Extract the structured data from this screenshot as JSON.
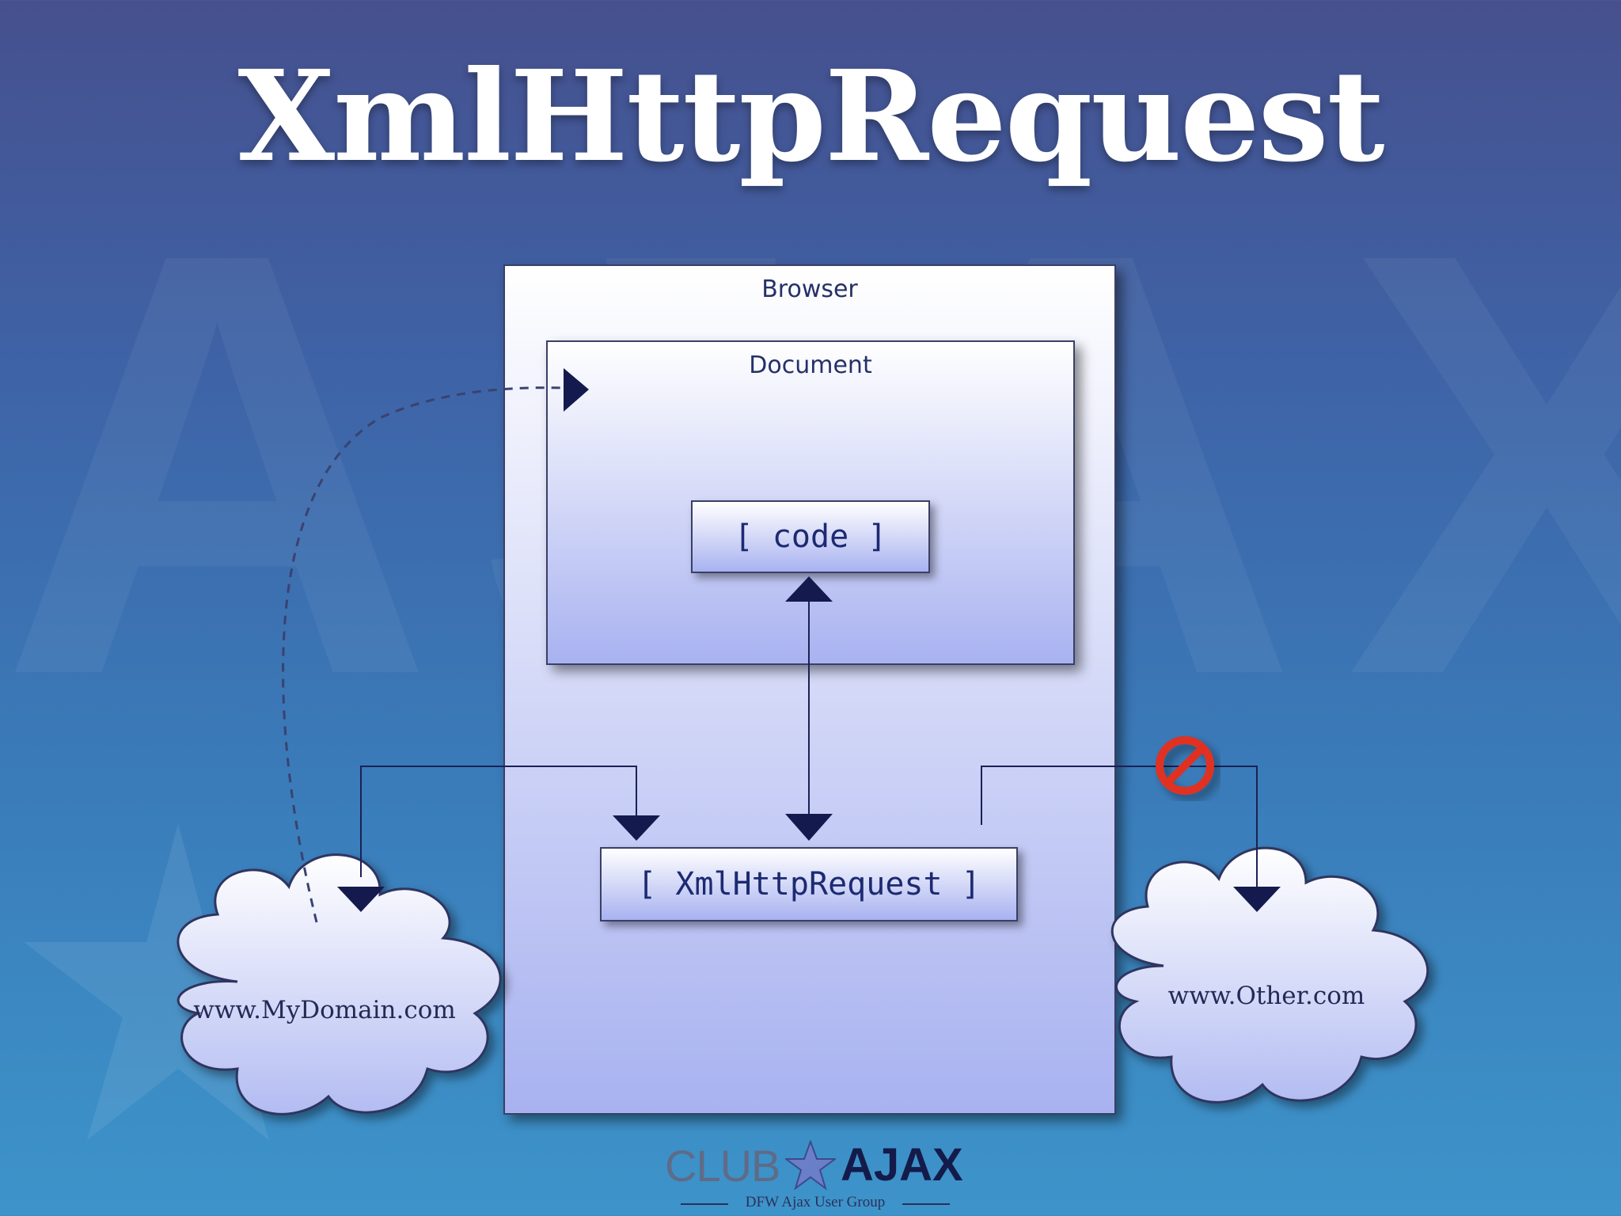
{
  "title": "XmlHttpRequest",
  "background_letters": "AJAX",
  "browser": {
    "label": "Browser"
  },
  "document": {
    "label": "Document"
  },
  "code_box": {
    "label": "[ code ]"
  },
  "xhr_box": {
    "label": "[ XmlHttpRequest ]"
  },
  "clouds": {
    "my_domain": "www.MyDomain.com",
    "other_domain": "www.Other.com"
  },
  "icons": {
    "blocked": "no-entry-icon",
    "logo_star": "star-icon"
  },
  "logo": {
    "club": "CLUB",
    "ajax": "AJAX",
    "subtitle": "DFW Ajax User Group"
  },
  "colors": {
    "box_fill_top": "#ffffff",
    "box_fill_bottom": "#a8b2f0",
    "line": "#1b2155",
    "blocked": "#e03020",
    "title": "#ffffff"
  }
}
